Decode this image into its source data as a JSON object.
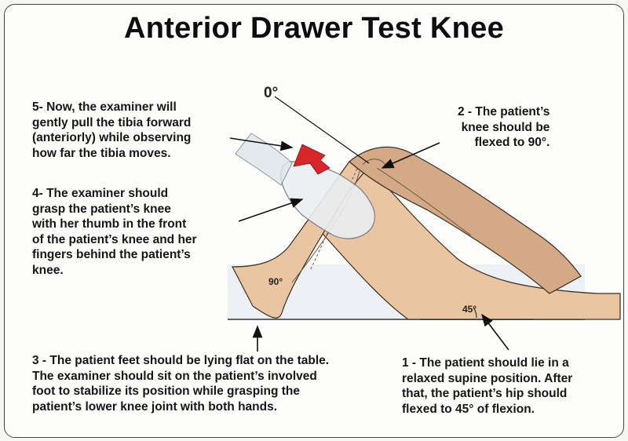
{
  "title": "Anterior Drawer Test Knee",
  "colors": {
    "skin": "#e9c6a1",
    "skin_shadow": "#d4a985",
    "table": "#edf1f5",
    "glove": "#eceff2",
    "arrow": "#d9262b"
  },
  "angles": {
    "zero": "0°",
    "knee": "90°",
    "hip": "45°"
  },
  "notes": {
    "step5": [
      "5- Now, the examiner will",
      "gently pull the tibia forward",
      "(anteriorly) while observing",
      "how far the tibia moves."
    ],
    "step4": [
      "4- The examiner should",
      "grasp the patient’s knee",
      "with her thumb in the front",
      "of the patient’s knee and her",
      "fingers behind the patient’s",
      "knee."
    ],
    "step2": [
      "2 - The patient’s",
      "knee should be",
      "flexed to 90°."
    ],
    "step3": [
      "3 - The patient feet should be lying flat on the table.",
      "The examiner should sit on the patient’s involved",
      "foot to stabilize its position while grasping the",
      "patient’s lower knee joint with both hands."
    ],
    "step1": [
      "1 - The patient should lie in a",
      "relaxed supine position. After",
      "that, the patient’s hip should",
      "flexed to 45° of flexion."
    ]
  }
}
